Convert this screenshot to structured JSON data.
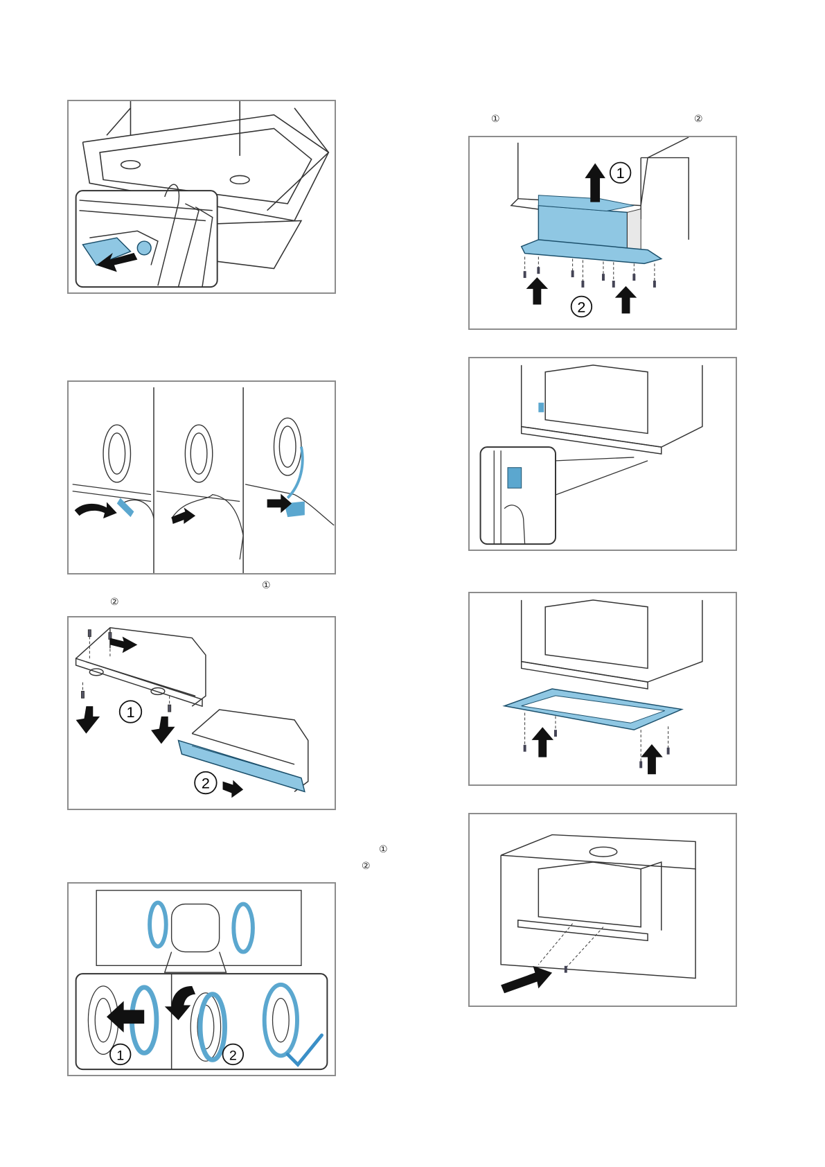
{
  "page": {
    "background": "#ffffff",
    "accent_blue": "#8fc7e3",
    "frame_gray": "#8c8c8c"
  },
  "step_markers": {
    "right_top_a": "①",
    "right_top_b": "②",
    "left_mid_a": "①",
    "left_mid_b": "②",
    "left_low_a": "①",
    "left_low_b": "②"
  },
  "figure_labels": {
    "push_up": "1",
    "screws_up": "2",
    "front_down": "1",
    "frame_out": "2",
    "ring_off": "1",
    "ring_turn": "2"
  },
  "icons": [
    "arrow-icon",
    "checkmark-icon",
    "screw-icon",
    "fan-icon",
    "hand-icon"
  ]
}
